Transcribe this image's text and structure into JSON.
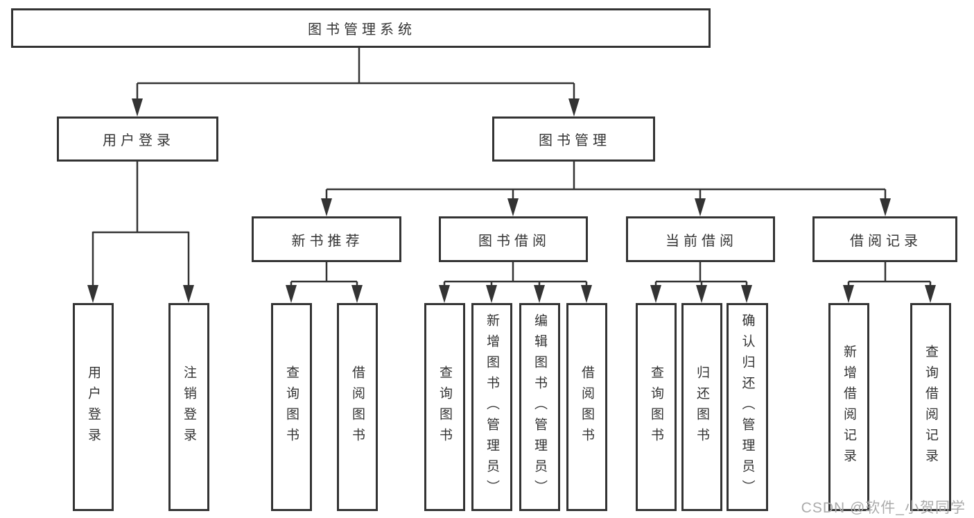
{
  "nodes": {
    "system": "图书管理系统",
    "user_login": "用户登录",
    "book_management": "图书管理",
    "new_book_recommend": "新书推荐",
    "book_borrowing": "图书借阅",
    "current_borrowing": "当前借阅",
    "borrow_records": "借阅记录",
    "leaf_user_login": "用户登录",
    "leaf_logout_login": "注销登录",
    "leaf_query_books_1": "查询图书",
    "leaf_borrow_books_1": "借阅图书",
    "leaf_query_books_2": "查询图书",
    "leaf_add_books_admin": "新增图书（管理员）",
    "leaf_edit_books_admin": "编辑图书（管理员）",
    "leaf_borrow_books_2": "借阅图书",
    "leaf_query_books_3": "查询图书",
    "leaf_return_books": "归还图书",
    "leaf_confirm_return_admin": "确认归还（管理员）",
    "leaf_add_borrow_record": "新增借阅记录",
    "leaf_query_borrow_record": "查询借阅记录"
  },
  "watermark": "CSDN @软件_小贺同学",
  "colors": {
    "line": "#333333",
    "box_border": "#333333",
    "box_background": "#ffffff",
    "text": "#333333",
    "watermark": "#ababab",
    "page_background": "#ffffff"
  }
}
